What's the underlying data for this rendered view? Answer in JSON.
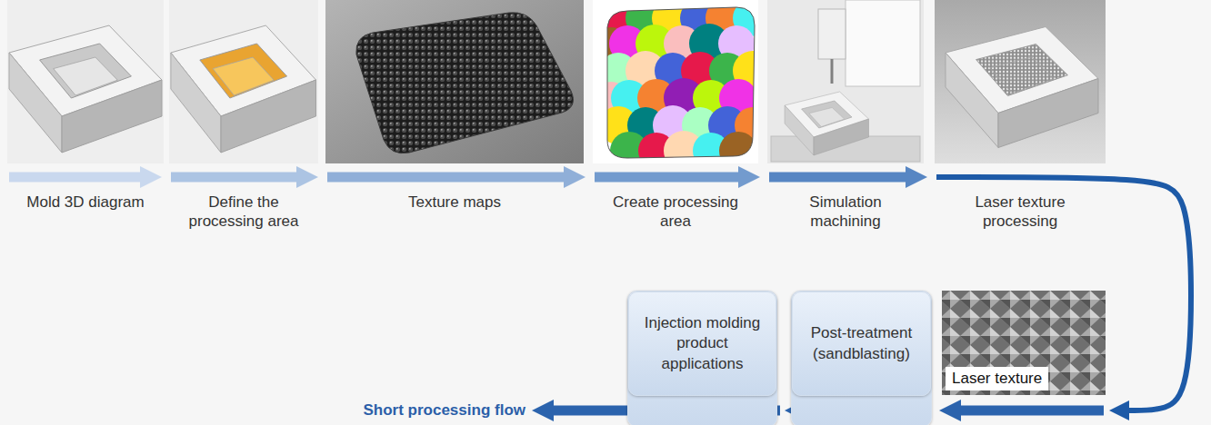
{
  "diagram": {
    "nodes": [
      {
        "text": [
          "Mold 3D diagram"
        ]
      },
      {
        "text": [
          "Define the processing area"
        ]
      },
      {
        "text": [
          "Texture maps"
        ]
      },
      {
        "text": [
          "Create processing area"
        ]
      },
      {
        "text": [
          "Simulation machining"
        ]
      },
      {
        "text": [
          "Laser texture processing"
        ]
      },
      {
        "text": [
          "Laser texture"
        ]
      },
      {
        "text": [
          "Post-treatment (sandblasting)"
        ]
      },
      {
        "text": [
          "Injection molding product applications"
        ]
      }
    ],
    "edges": [
      {
        "from": 0,
        "to": 1,
        "arrow": "to"
      },
      {
        "from": 1,
        "to": 2,
        "arrow": "to"
      },
      {
        "from": 2,
        "to": 3,
        "arrow": "to"
      },
      {
        "from": 3,
        "to": 4,
        "arrow": "to"
      },
      {
        "from": 4,
        "to": 5,
        "arrow": "to"
      },
      {
        "from": 5,
        "to": 6,
        "arrow": "to"
      },
      {
        "from": 6,
        "to": 7,
        "arrow": "to"
      },
      {
        "from": 7,
        "to": 8,
        "arrow": "to"
      }
    ],
    "labels": [
      "Short processing flow"
    ]
  }
}
